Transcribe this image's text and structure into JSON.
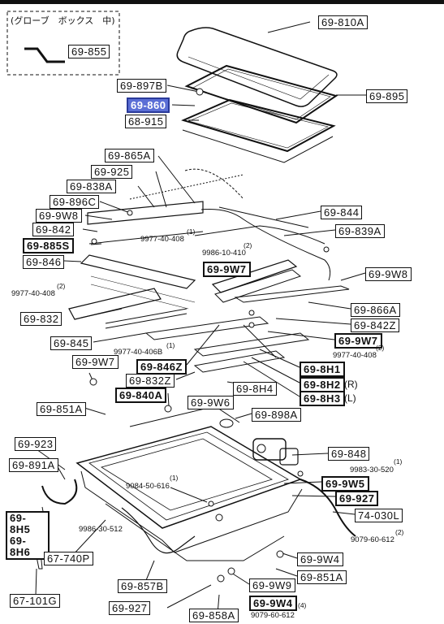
{
  "header_note": "(グローブ　ボックス　中)",
  "labels": {
    "l_69_855": "69-855",
    "l_69_810A": "69-810A",
    "l_69_897B": "69-897B",
    "l_69_860": "69-860",
    "l_69_895": "69-895",
    "l_68_915": "68-915",
    "l_69_865A": "69-865A",
    "l_69_925": "69-925",
    "l_69_838A": "69-838A",
    "l_69_896C": "69-896C",
    "l_69_9W8_left": "69-9W8",
    "l_69_842": "69-842",
    "l_69_885S": "69-885S",
    "l_69_846": "69-846",
    "l_69_844": "69-844",
    "l_69_839A": "69-839A",
    "l_69_9W7_mid": "69-9W7",
    "l_69_9W8_right": "69-9W8",
    "l_69_866A": "69-866A",
    "l_69_842Z": "69-842Z",
    "l_69_9W7_right": "69-9W7",
    "l_69_832": "69-832",
    "l_69_845": "69-845",
    "l_69_9W7_left": "69-9W7",
    "l_69_846Z": "69-846Z",
    "l_69_8H1": "69-8H1",
    "l_69_832Z": "69-832Z",
    "l_69_8H4": "69-8H4",
    "l_69_8H2": "69-8H2",
    "l_69_8H3": "69-8H3",
    "l_69_840A": "69-840A",
    "l_69_9W6": "69-9W6",
    "l_69_851A_top": "69-851A",
    "l_69_898A": "69-898A",
    "l_69_923": "69-923",
    "l_69_891A": "69-891A",
    "l_69_848": "69-848",
    "l_69_9W5": "69-9W5",
    "l_69_927_right": "69-927",
    "l_74_030L": "74-030L",
    "l_69_8H5": "69-8H5",
    "l_69_8H6": "69-8H6",
    "l_67_740P": "67-740P",
    "l_69_857B": "69-857B",
    "l_69_9W4_right": "69-9W4",
    "l_69_9W9": "69-9W9",
    "l_69_851A_bottom": "69-851A",
    "l_69_927_bottom": "69-927",
    "l_69_9W4_bottom": "69-9W4",
    "l_69_858A": "69-858A",
    "l_67_101G": "67-101G"
  },
  "suffixes": {
    "r": "(R)",
    "l": "(L)"
  },
  "part_numbers": {
    "n_9977_40_408_a": "9977-40-408",
    "n_9986_10_410": "9986-10-410",
    "n_9977_40_408_b": "9977-40-408",
    "n_9977_40_406B": "9977-40-406B",
    "n_9977_40_408_c": "9977-40-408",
    "n_9983_30_520": "9983-30-520",
    "n_9084_50_616": "9084-50-616",
    "n_9986_30_512": "9986-30-512",
    "n_9079_60_612_a": "9079-60-612",
    "n_9079_60_612_b": "9079-60-612"
  },
  "quantities": {
    "q1": "(1)",
    "q2": "(2)",
    "q3": "(2)",
    "q4": "(1)",
    "q5": "(2)",
    "q6": "(1)",
    "q7": "(1)",
    "q8": "(2)",
    "q9": "(4)"
  },
  "colors": {
    "highlight": "#5b6fd6",
    "line": "#111111"
  }
}
